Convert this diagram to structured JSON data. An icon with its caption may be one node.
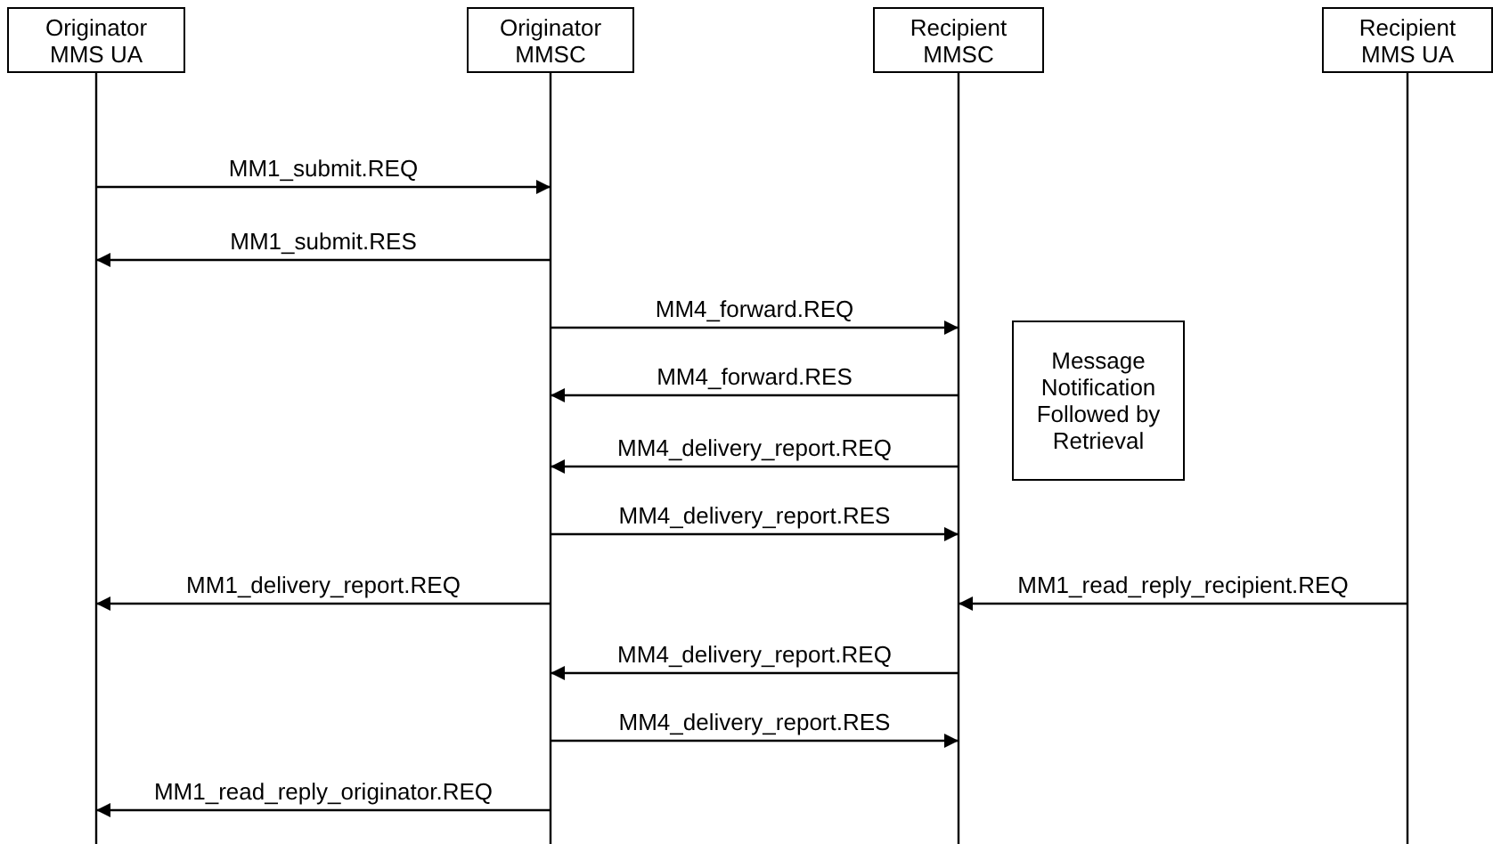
{
  "diagram": {
    "nodes": [
      {
        "text": [
          "Originator MMS UA"
        ]
      },
      {
        "text": [
          "Originator MMSC"
        ]
      },
      {
        "text": [
          "Recipient MMSC"
        ]
      },
      {
        "text": [
          "Recipient MMS UA"
        ]
      },
      {
        "text": [
          "Message Notification Followed by Retrieval"
        ]
      }
    ],
    "edges": [
      {
        "from": 0,
        "to": 1,
        "arrow": "to",
        "label": "MM1_submit.REQ"
      },
      {
        "from": 1,
        "to": 0,
        "arrow": "to",
        "label": "MM1_submit.RES"
      },
      {
        "from": 1,
        "to": 2,
        "arrow": "to",
        "label": "MM4_forward.REQ"
      },
      {
        "from": 2,
        "to": 1,
        "arrow": "to",
        "label": "MM4_forward.RES"
      },
      {
        "from": 2,
        "to": 1,
        "arrow": "to",
        "label": "MM4_delivery_report.REQ"
      },
      {
        "from": 1,
        "to": 2,
        "arrow": "to",
        "label": "MM4_delivery_report.RES"
      },
      {
        "from": 1,
        "to": 0,
        "arrow": "to",
        "label": "MM1_delivery_report.REQ"
      },
      {
        "from": 3,
        "to": 2,
        "arrow": "to",
        "label": "MM1_read_reply_recipient.REQ"
      },
      {
        "from": 2,
        "to": 1,
        "arrow": "to",
        "label": "MM4_delivery_report.REQ"
      },
      {
        "from": 1,
        "to": 2,
        "arrow": "to",
        "label": "MM4_delivery_report.RES"
      },
      {
        "from": 1,
        "to": 0,
        "arrow": "to",
        "label": "MM1_read_reply_originator.REQ"
      }
    ]
  }
}
